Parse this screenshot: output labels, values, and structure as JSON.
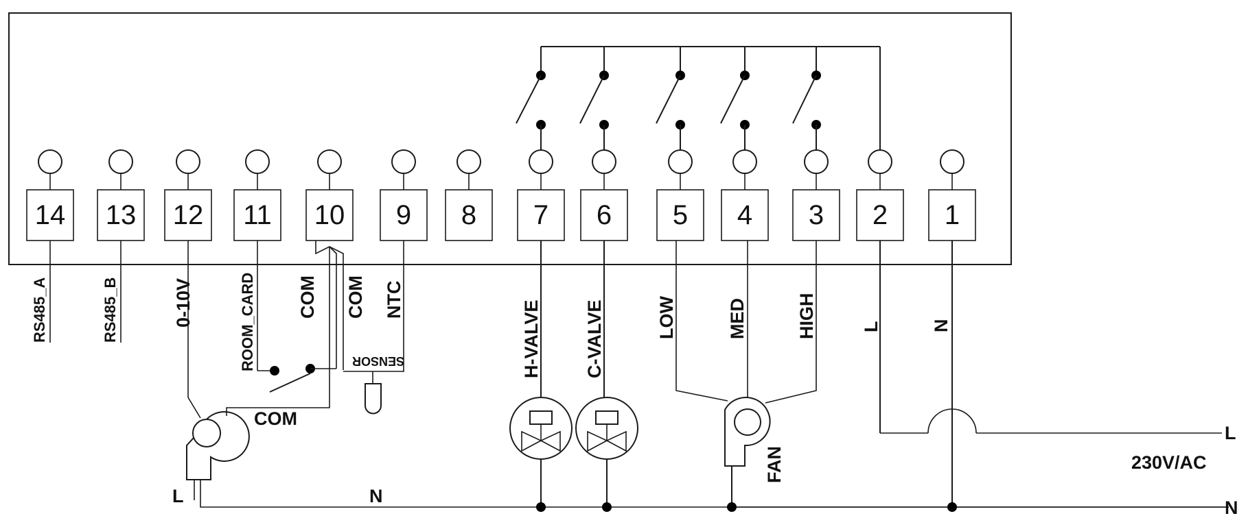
{
  "terminals": [
    "14",
    "13",
    "12",
    "11",
    "10",
    "9",
    "8",
    "7",
    "6",
    "5",
    "4",
    "3",
    "2",
    "1"
  ],
  "signal_labels": {
    "t14": "RS485_A",
    "t13": "RS485_B",
    "t12": "0-10V",
    "t11": "ROOM_CARD",
    "t10": "COM",
    "t9_com": "COM",
    "t9": "NTC",
    "t7": "H-VALVE",
    "t6": "C-VALVE",
    "t5": "LOW",
    "t4": "MED",
    "t3": "HIGH",
    "t2": "L",
    "t1": "N"
  },
  "sensor_label": "SENSOR",
  "external": {
    "com_label": "COM",
    "motor_l_label": "L",
    "neutral_label": "N",
    "fan_label": "FAN",
    "line_label": "L",
    "supply_label": "230V/AC",
    "neutral_end_label": "N"
  }
}
